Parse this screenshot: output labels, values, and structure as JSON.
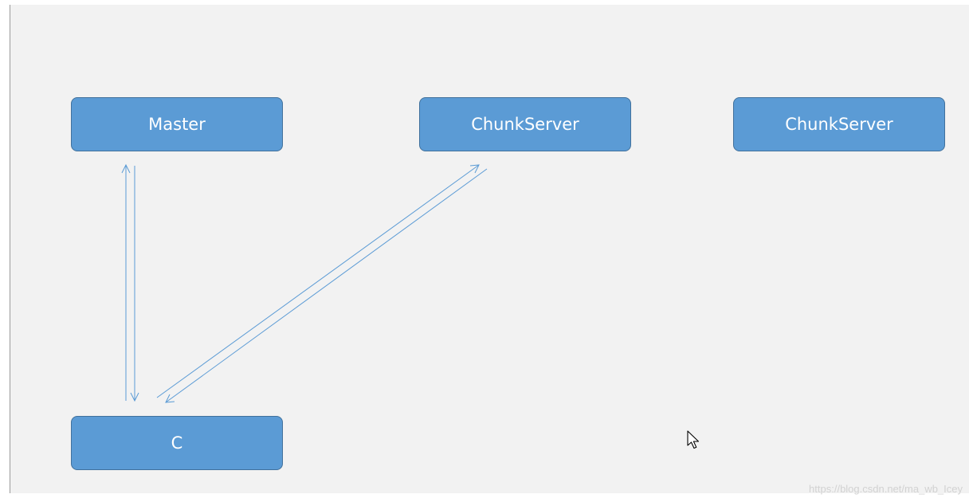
{
  "diagram": {
    "nodes": {
      "master": "Master",
      "chunkserver_1": "ChunkServer",
      "chunkserver_2": "ChunkServer",
      "client": "C"
    }
  },
  "watermark": "https://blog.csdn.net/ma_wb_Icey",
  "colors": {
    "background": "#f2f2f2",
    "node_fill": "#5b9bd5",
    "node_border": "#41719c",
    "arrow": "#5b9bd5",
    "node_text": "#ffffff"
  },
  "icons": {
    "cursor": "mouse-pointer-icon"
  }
}
